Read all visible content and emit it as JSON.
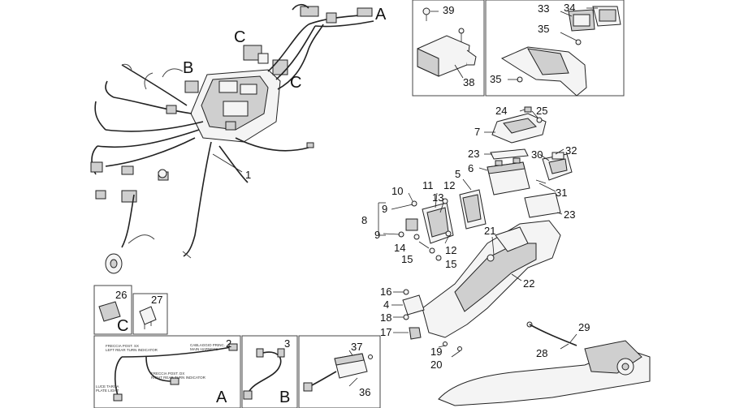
{
  "callouts": {
    "n1": "1",
    "n2": "2",
    "n3": "3",
    "n4": "4",
    "n5": "5",
    "n6": "6",
    "n7": "7",
    "n8": "8",
    "n9a": "9",
    "n9b": "9",
    "n10": "10",
    "n11": "11",
    "n12a": "12",
    "n12b": "12",
    "n13": "13",
    "n14": "14",
    "n15a": "15",
    "n15b": "15",
    "n16": "16",
    "n17": "17",
    "n18": "18",
    "n19": "19",
    "n20": "20",
    "n21": "21",
    "n22": "22",
    "n23a": "23",
    "n23b": "23",
    "n24": "24",
    "n25": "25",
    "n26": "26",
    "n27": "27",
    "n28": "28",
    "n29": "29",
    "n30": "30",
    "n31": "31",
    "n32": "32",
    "n33": "33",
    "n34": "34",
    "n35a": "35",
    "n35b": "35",
    "n36": "36",
    "n37": "37",
    "n38": "38",
    "n39": "39"
  },
  "group_letters": {
    "a_main": "A",
    "b_main": "B",
    "c_main_1": "C",
    "c_main_2": "C",
    "c_box": "C",
    "a_box": "A",
    "b_box": "B"
  },
  "harness_tags": {
    "tag1": "FRECCIA POST. SX",
    "tag1_sub": "LEFT REAR TURN INDICATOR",
    "tag2": "CABLAGGIO PRINC.",
    "tag2_sub": "MAIN HARNESS",
    "tag3": "FRECCIA POST. DX",
    "tag3_sub": "RIGHT REAR TURN INDICATOR",
    "tag4": "LUCE TARGA",
    "tag4_sub": "PLATE LIGHT"
  }
}
